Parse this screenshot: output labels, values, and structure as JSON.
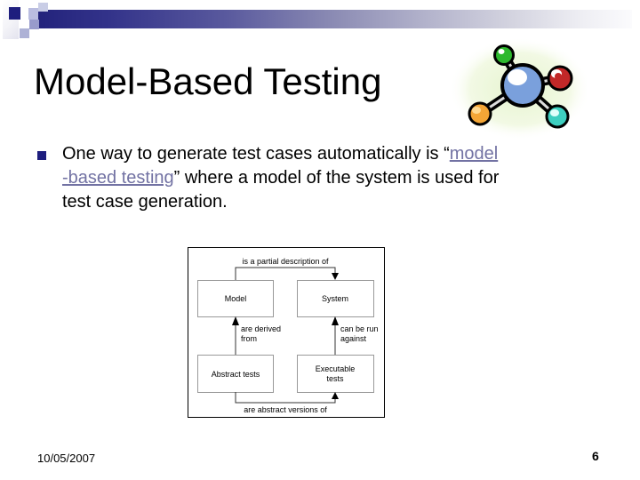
{
  "header": {
    "title": "Model-Based Testing"
  },
  "bullet": {
    "line1_text": "One way to generate test cases automatically is “",
    "line1_link": "model",
    "line2_link": "-based testing",
    "line2_text": "” where a model of the system is used for",
    "line3_text": "test case generation."
  },
  "diagram": {
    "boxes": {
      "model": "Model",
      "system": "System",
      "abstract_tests": "Abstract tests",
      "executable_line1": "Executable",
      "executable_line2": "tests"
    },
    "labels": {
      "top": "is a partial description of",
      "left_1": "are derived",
      "left_2": "from",
      "right_1": "can be run",
      "right_2": "against",
      "bottom": "are abstract versions of"
    }
  },
  "footer": {
    "date": "10/05/2007",
    "page_number": "6"
  },
  "icons": {
    "molecule": "molecule-clipart"
  },
  "colors": {
    "hyperlink": "#7272a3",
    "accent_navy": "#1e1e7e",
    "bar_gradient_start": "#23237c",
    "diagram_box_border": "#999999"
  }
}
